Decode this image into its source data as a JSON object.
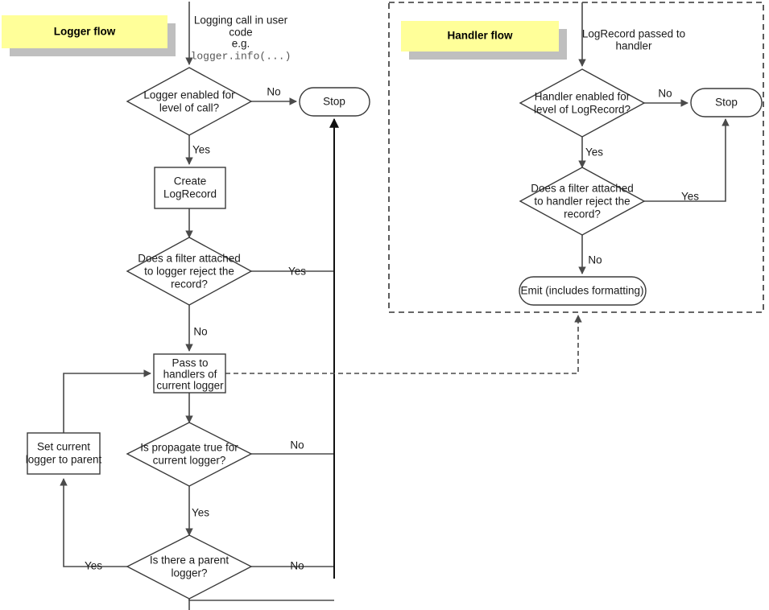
{
  "diagram": {
    "title": "Python logging flow",
    "type": "flowchart",
    "colors": {
      "banner_fill": "#ffff99",
      "banner_shadow": "#bfbfbf",
      "node_stroke": "#3a3a3a",
      "edge_stroke": "#4a4a4a",
      "group_stroke": "#333333",
      "text": "#1a1a1a",
      "background": "#ffffff"
    },
    "banners": [
      {
        "id": "logger-flow-banner",
        "label": "Logger flow"
      },
      {
        "id": "handler-flow-banner",
        "label": "Handler flow"
      }
    ],
    "groups": [
      {
        "id": "handler-flow-group",
        "label": "",
        "style": "dashed"
      }
    ],
    "captions": [
      {
        "id": "logging-call-caption",
        "lines": [
          "Logging call in user",
          "code",
          "e.g."
        ],
        "mono_line": "logger.info(...)"
      },
      {
        "id": "logrecord-passed-caption",
        "lines": [
          "LogRecord passed to",
          "handler"
        ],
        "mono_line": ""
      }
    ],
    "nodes": [
      {
        "id": "logger-enabled-decision",
        "shape": "diamond",
        "lines": [
          "Logger enabled for",
          "level of call?"
        ]
      },
      {
        "id": "logger-stop-terminal",
        "shape": "rounded",
        "lines": [
          "Stop"
        ]
      },
      {
        "id": "create-logrecord-process",
        "shape": "rect",
        "lines": [
          "Create",
          "LogRecord"
        ]
      },
      {
        "id": "logger-filter-decision",
        "shape": "diamond",
        "lines": [
          "Does a filter attached",
          "to logger reject the",
          "record?"
        ]
      },
      {
        "id": "pass-to-handlers-process",
        "shape": "rect",
        "lines": [
          "Pass to",
          "handlers of",
          "current logger"
        ]
      },
      {
        "id": "propagate-decision",
        "shape": "diamond",
        "lines": [
          "Is propagate true for",
          "current logger?"
        ]
      },
      {
        "id": "set-parent-process",
        "shape": "rect",
        "lines": [
          "Set current",
          "logger to parent"
        ]
      },
      {
        "id": "parent-logger-decision",
        "shape": "diamond",
        "lines": [
          "Is there a parent",
          "logger?"
        ]
      },
      {
        "id": "handler-enabled-decision",
        "shape": "diamond",
        "lines": [
          "Handler enabled for",
          "level of LogRecord?"
        ]
      },
      {
        "id": "handler-stop-terminal",
        "shape": "rounded",
        "lines": [
          "Stop"
        ]
      },
      {
        "id": "handler-filter-decision",
        "shape": "diamond",
        "lines": [
          "Does a filter attached",
          "to handler reject the",
          "record?"
        ]
      },
      {
        "id": "emit-terminal",
        "shape": "rounded",
        "lines": [
          "Emit (includes formatting)"
        ]
      }
    ],
    "edge_labels": {
      "logger_enabled_no": "No",
      "logger_enabled_yes": "Yes",
      "logger_filter_yes": "Yes",
      "logger_filter_no": "No",
      "propagate_no": "No",
      "propagate_yes": "Yes",
      "parent_yes": "Yes",
      "parent_no": "No",
      "handler_enabled_no": "No",
      "handler_enabled_yes": "Yes",
      "handler_filter_yes": "Yes",
      "handler_filter_no": "No"
    }
  }
}
